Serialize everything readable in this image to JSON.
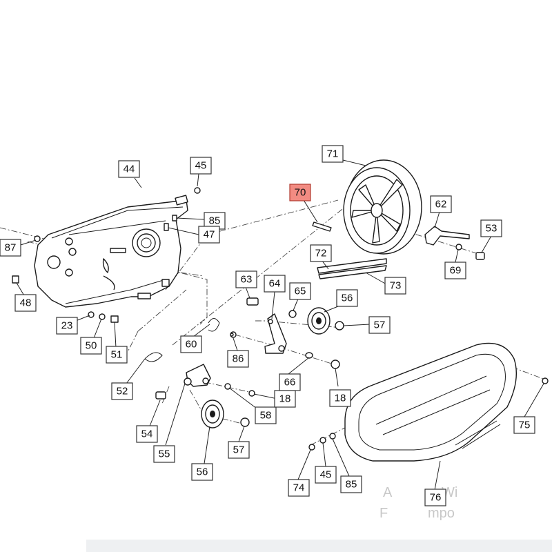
{
  "diagram": {
    "highlighted_part": "70",
    "colors": {
      "highlight_fill": "#f28b82",
      "line": "#1a1a1a"
    },
    "callouts": [
      "44",
      "45",
      "85",
      "47",
      "87",
      "48",
      "23",
      "50",
      "51",
      "52",
      "54",
      "55",
      "56",
      "57",
      "58",
      "18",
      "60",
      "86",
      "66",
      "63",
      "64",
      "65",
      "18",
      "56",
      "57",
      "70",
      "71",
      "72",
      "73",
      "62",
      "53",
      "69",
      "75",
      "74",
      "45",
      "85",
      "76"
    ]
  }
}
